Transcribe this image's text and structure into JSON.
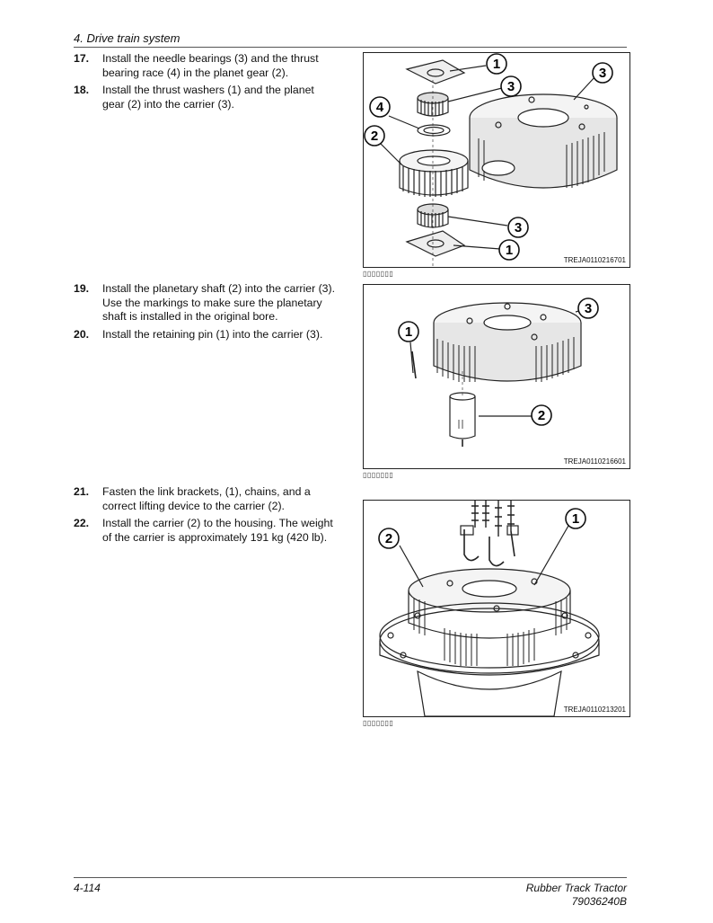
{
  "header": {
    "section": "4. Drive train system"
  },
  "steps_group_1": [
    {
      "num": "17.",
      "text": "Install the needle bearings (3) and the thrust bearing race (4) in the planet gear (2)."
    },
    {
      "num": "18.",
      "text": "Install the thrust washers (1) and the planet gear (2) into the carrier (3)."
    }
  ],
  "steps_group_2": [
    {
      "num": "19.",
      "text": "Install the planetary shaft (2) into the carrier (3). Use the markings to make sure the planetary shaft is installed in the original bore."
    },
    {
      "num": "20.",
      "text": "Install the retaining pin (1) into the carrier (3)."
    }
  ],
  "steps_group_3": [
    {
      "num": "21.",
      "text": "Fasten the link brackets, (1), chains, and a correct lifting device to the carrier (2)."
    },
    {
      "num": "22.",
      "text": "Install the carrier (2) to the housing. The weight of the carrier is approximately 191 kg (420 lb)."
    }
  ],
  "figures": [
    {
      "code": "TREJA0110216701",
      "caption": "▯▯▯▯▯▯▯",
      "callouts": [
        "1",
        "3",
        "3",
        "4",
        "2",
        "3",
        "1"
      ]
    },
    {
      "code": "TREJA0110216601",
      "caption": "▯▯▯▯▯▯▯",
      "callouts": [
        "3",
        "1",
        "2"
      ]
    },
    {
      "code": "TREJA0110213201",
      "caption": "▯▯▯▯▯▯▯",
      "callouts": [
        "1",
        "2"
      ]
    }
  ],
  "footer": {
    "left": "4-114",
    "right_line1": "Rubber Track Tractor",
    "right_line2": "79036240B"
  }
}
